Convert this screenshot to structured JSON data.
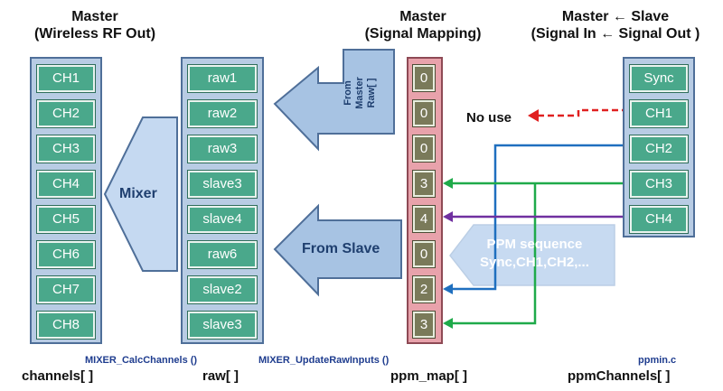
{
  "headers": {
    "master_rf_line1": "Master",
    "master_rf_line2": "(Wireless RF Out)",
    "master_map_line1": "Master",
    "master_map_line2": "(Signal Mapping)",
    "master_slave_line1": "Master ← Slave",
    "master_slave_line2": "(Signal In ← Signal Out )"
  },
  "channels": [
    "CH1",
    "CH2",
    "CH3",
    "CH4",
    "CH5",
    "CH6",
    "CH7",
    "CH8"
  ],
  "raw": [
    "raw1",
    "raw2",
    "raw3",
    "slave3",
    "slave4",
    "raw6",
    "slave2",
    "slave3"
  ],
  "ppm_map": [
    "0",
    "0",
    "0",
    "3",
    "4",
    "0",
    "2",
    "3"
  ],
  "ppm_channels": [
    "Sync",
    "CH1",
    "CH2",
    "CH3",
    "CH4"
  ],
  "arrows": {
    "mixer": "Mixer",
    "from_master_line1": "From",
    "from_master_line2": "Master",
    "from_master_line3": "Raw[ ]",
    "from_slave": "From Slave",
    "ppm_sequence_line1": "PPM sequence",
    "ppm_sequence_line2": "Sync,CH1,CH2,...",
    "no_use": "No use"
  },
  "function_labels": {
    "mixer_calc": "MIXER_CalcChannels ()",
    "mixer_update": "MIXER_UpdateRawInputs ()",
    "ppmin": "ppmin.c"
  },
  "bottom_labels": {
    "channels": "channels[ ]",
    "raw": "raw[ ]",
    "ppm_map": "ppm_map[ ]",
    "ppm_channels": "ppmChannels[ ]"
  },
  "colors": {
    "cell_green": "#4aa88b",
    "column_blue": "#b8cce4",
    "ppm_pink": "#e8a2ab",
    "ppm_cell": "#7a7a5a",
    "line_red": "#e02020",
    "line_blue": "#1f6fbf",
    "line_green": "#1faa4a",
    "line_purple": "#7030a0"
  }
}
